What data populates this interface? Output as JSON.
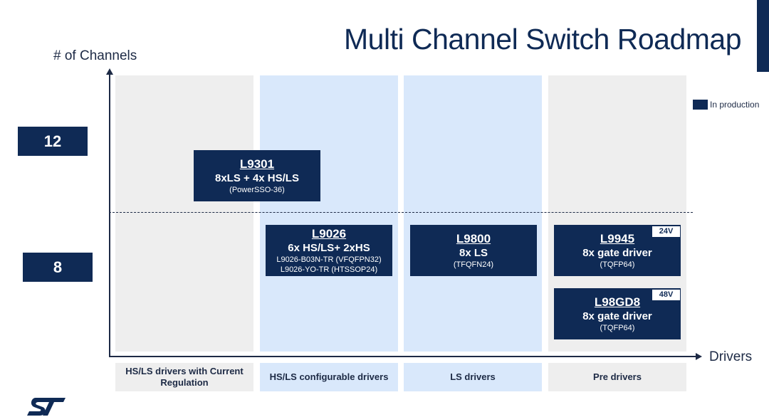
{
  "slide": {
    "title": "Multi Channel Switch Roadmap",
    "y_axis_label": "# of Channels",
    "x_axis_label": "Drivers",
    "legend_label": "In production",
    "channel_levels": [
      "12",
      "8"
    ],
    "categories": [
      "HS/LS drivers with Current Regulation",
      "HS/LS configurable drivers",
      "LS drivers",
      "Pre drivers"
    ],
    "products": {
      "l9301": {
        "name": "L9301",
        "desc": "8xLS + 4x HS/LS",
        "pkg": "(PowerSSO-36)"
      },
      "l9026": {
        "name": "L9026",
        "desc": "6x HS/LS+ 2xHS",
        "pkg1": "L9026-B03N-TR (VFQFPN32)",
        "pkg2": "L9026-YO-TR (HTSSOP24)"
      },
      "l9800": {
        "name": "L9800",
        "desc": "8x LS",
        "pkg": "(TFQFN24)"
      },
      "l9945": {
        "name": "L9945",
        "desc": "8x gate driver",
        "pkg": "(TQFP64)",
        "voltage": "24V"
      },
      "l98gd8": {
        "name": "L98GD8",
        "desc": "8x gate driver",
        "pkg": "(TQFP64)",
        "voltage": "48V"
      }
    },
    "colors": {
      "navy": "#0f2a55",
      "column_gray": "#eeeeee",
      "column_blue": "#d9e8fb"
    },
    "logo_icon": "st-logo-icon"
  }
}
